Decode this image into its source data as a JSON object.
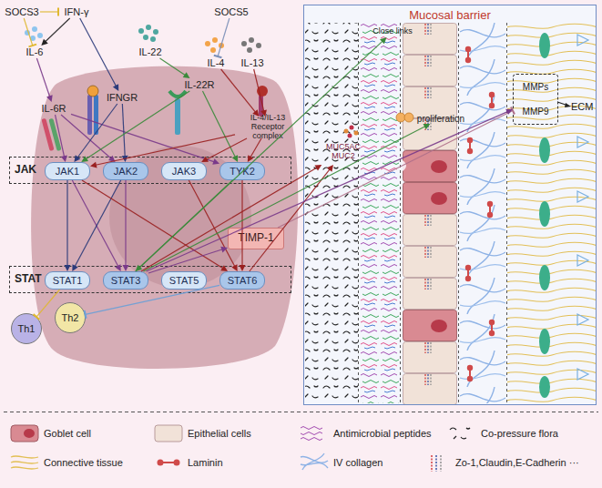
{
  "diagram": {
    "nodes": [
      {
        "text": [
          "SOCS3"
        ]
      },
      {
        "text": [
          "IFN-γ"
        ]
      },
      {
        "text": [
          "IL-6"
        ]
      },
      {
        "text": [
          "SOCS5"
        ]
      },
      {
        "text": [
          "IL-22"
        ]
      },
      {
        "text": [
          "IL-4"
        ]
      },
      {
        "text": [
          "IL-13"
        ]
      },
      {
        "text": [
          "IFNGR"
        ]
      },
      {
        "text": [
          "IL-6R"
        ]
      },
      {
        "text": [
          "IL-22R"
        ]
      },
      {
        "text": [
          "IL-4/IL-13 Receptor complex"
        ]
      },
      {
        "text": [
          "JAK"
        ]
      },
      {
        "text": [
          "JAK1"
        ],
        "in": 11
      },
      {
        "text": [
          "JAK2"
        ],
        "in": 11
      },
      {
        "text": [
          "JAK3"
        ],
        "in": 11
      },
      {
        "text": [
          "TYK2"
        ],
        "in": 11
      },
      {
        "text": [
          "STAT"
        ]
      },
      {
        "text": [
          "STAT1"
        ],
        "in": 16
      },
      {
        "text": [
          "STAT3"
        ],
        "in": 16
      },
      {
        "text": [
          "STAT5"
        ],
        "in": 16
      },
      {
        "text": [
          "STAT6"
        ],
        "in": 16
      },
      {
        "text": [
          "TIMP-1"
        ]
      },
      {
        "text": [
          "Th1"
        ]
      },
      {
        "text": [
          "Th2"
        ]
      },
      {
        "text": [
          "Mucosal barrier"
        ]
      },
      {
        "text": [
          "Close links"
        ],
        "in": 24
      },
      {
        "text": [
          "proliferation"
        ],
        "in": 24
      },
      {
        "text": [
          "MUC5AC",
          "MUC2"
        ],
        "in": 24
      },
      {
        "text": [
          "MMPs",
          "MMP9"
        ],
        "in": 24
      }
    ],
    "edges": [
      {
        "from": 0,
        "to": 1,
        "arrow": "to"
      },
      {
        "from": 0,
        "to": 2,
        "arrow": "to"
      },
      {
        "from": 1,
        "to": 2,
        "arrow": "to"
      },
      {
        "from": 1,
        "to": 7,
        "arrow": "to"
      },
      {
        "from": 2,
        "to": 8,
        "arrow": "to"
      },
      {
        "from": 4,
        "to": 9,
        "arrow": "to"
      },
      {
        "from": 3,
        "to": 5,
        "arrow": "to"
      },
      {
        "from": 5,
        "to": 10,
        "arrow": "to"
      },
      {
        "from": 6,
        "to": 10,
        "arrow": "to"
      },
      {
        "from": 8,
        "to": 12,
        "arrow": "to"
      },
      {
        "from": 8,
        "to": 13,
        "arrow": "to"
      },
      {
        "from": 8,
        "to": 15,
        "arrow": "to"
      },
      {
        "from": 7,
        "to": 12,
        "arrow": "to"
      },
      {
        "from": 7,
        "to": 13,
        "arrow": "to"
      },
      {
        "from": 9,
        "to": 12,
        "arrow": "to"
      },
      {
        "from": 9,
        "to": 15,
        "arrow": "to"
      },
      {
        "from": 10,
        "to": 12,
        "arrow": "to"
      },
      {
        "from": 10,
        "to": 14,
        "arrow": "to"
      },
      {
        "from": 10,
        "to": 15,
        "arrow": "to"
      },
      {
        "from": 12,
        "to": 17,
        "arrow": "to"
      },
      {
        "from": 12,
        "to": 18,
        "arrow": "to"
      },
      {
        "from": 13,
        "to": 17,
        "arrow": "to"
      },
      {
        "from": 13,
        "to": 18,
        "arrow": "to"
      },
      {
        "from": 12,
        "to": 20,
        "arrow": "to"
      },
      {
        "from": 14,
        "to": 20,
        "arrow": "to"
      },
      {
        "from": 15,
        "to": 18,
        "arrow": "to"
      },
      {
        "from": 15,
        "to": 20,
        "arrow": "to"
      },
      {
        "from": 18,
        "to": 21,
        "arrow": "to"
      },
      {
        "from": 17,
        "to": 22,
        "arrow": "to"
      },
      {
        "from": 20,
        "to": 23,
        "arrow": "to"
      },
      {
        "from": 21,
        "to": 28,
        "arrow": "to"
      },
      {
        "from": 18,
        "to": 27,
        "arrow": "to"
      },
      {
        "from": 20,
        "to": 27,
        "arrow": "to"
      },
      {
        "from": 18,
        "to": 25,
        "arrow": "to"
      },
      {
        "from": 18,
        "to": 28,
        "arrow": "to"
      },
      {
        "from": 18,
        "to": 26,
        "arrow": "to"
      }
    ],
    "labels": [
      "ECM"
    ],
    "legend": [
      {
        "text": "Goblet cell"
      },
      {
        "text": "Epithelial cells"
      },
      {
        "text": "Antimicrobial peptides"
      },
      {
        "text": "Co-pressure flora"
      },
      {
        "text": "Connective tissue"
      },
      {
        "text": "Laminin"
      },
      {
        "text": "IV collagen"
      },
      {
        "text": "Zo-1,Claudin,E-Cadherin ···"
      }
    ]
  }
}
